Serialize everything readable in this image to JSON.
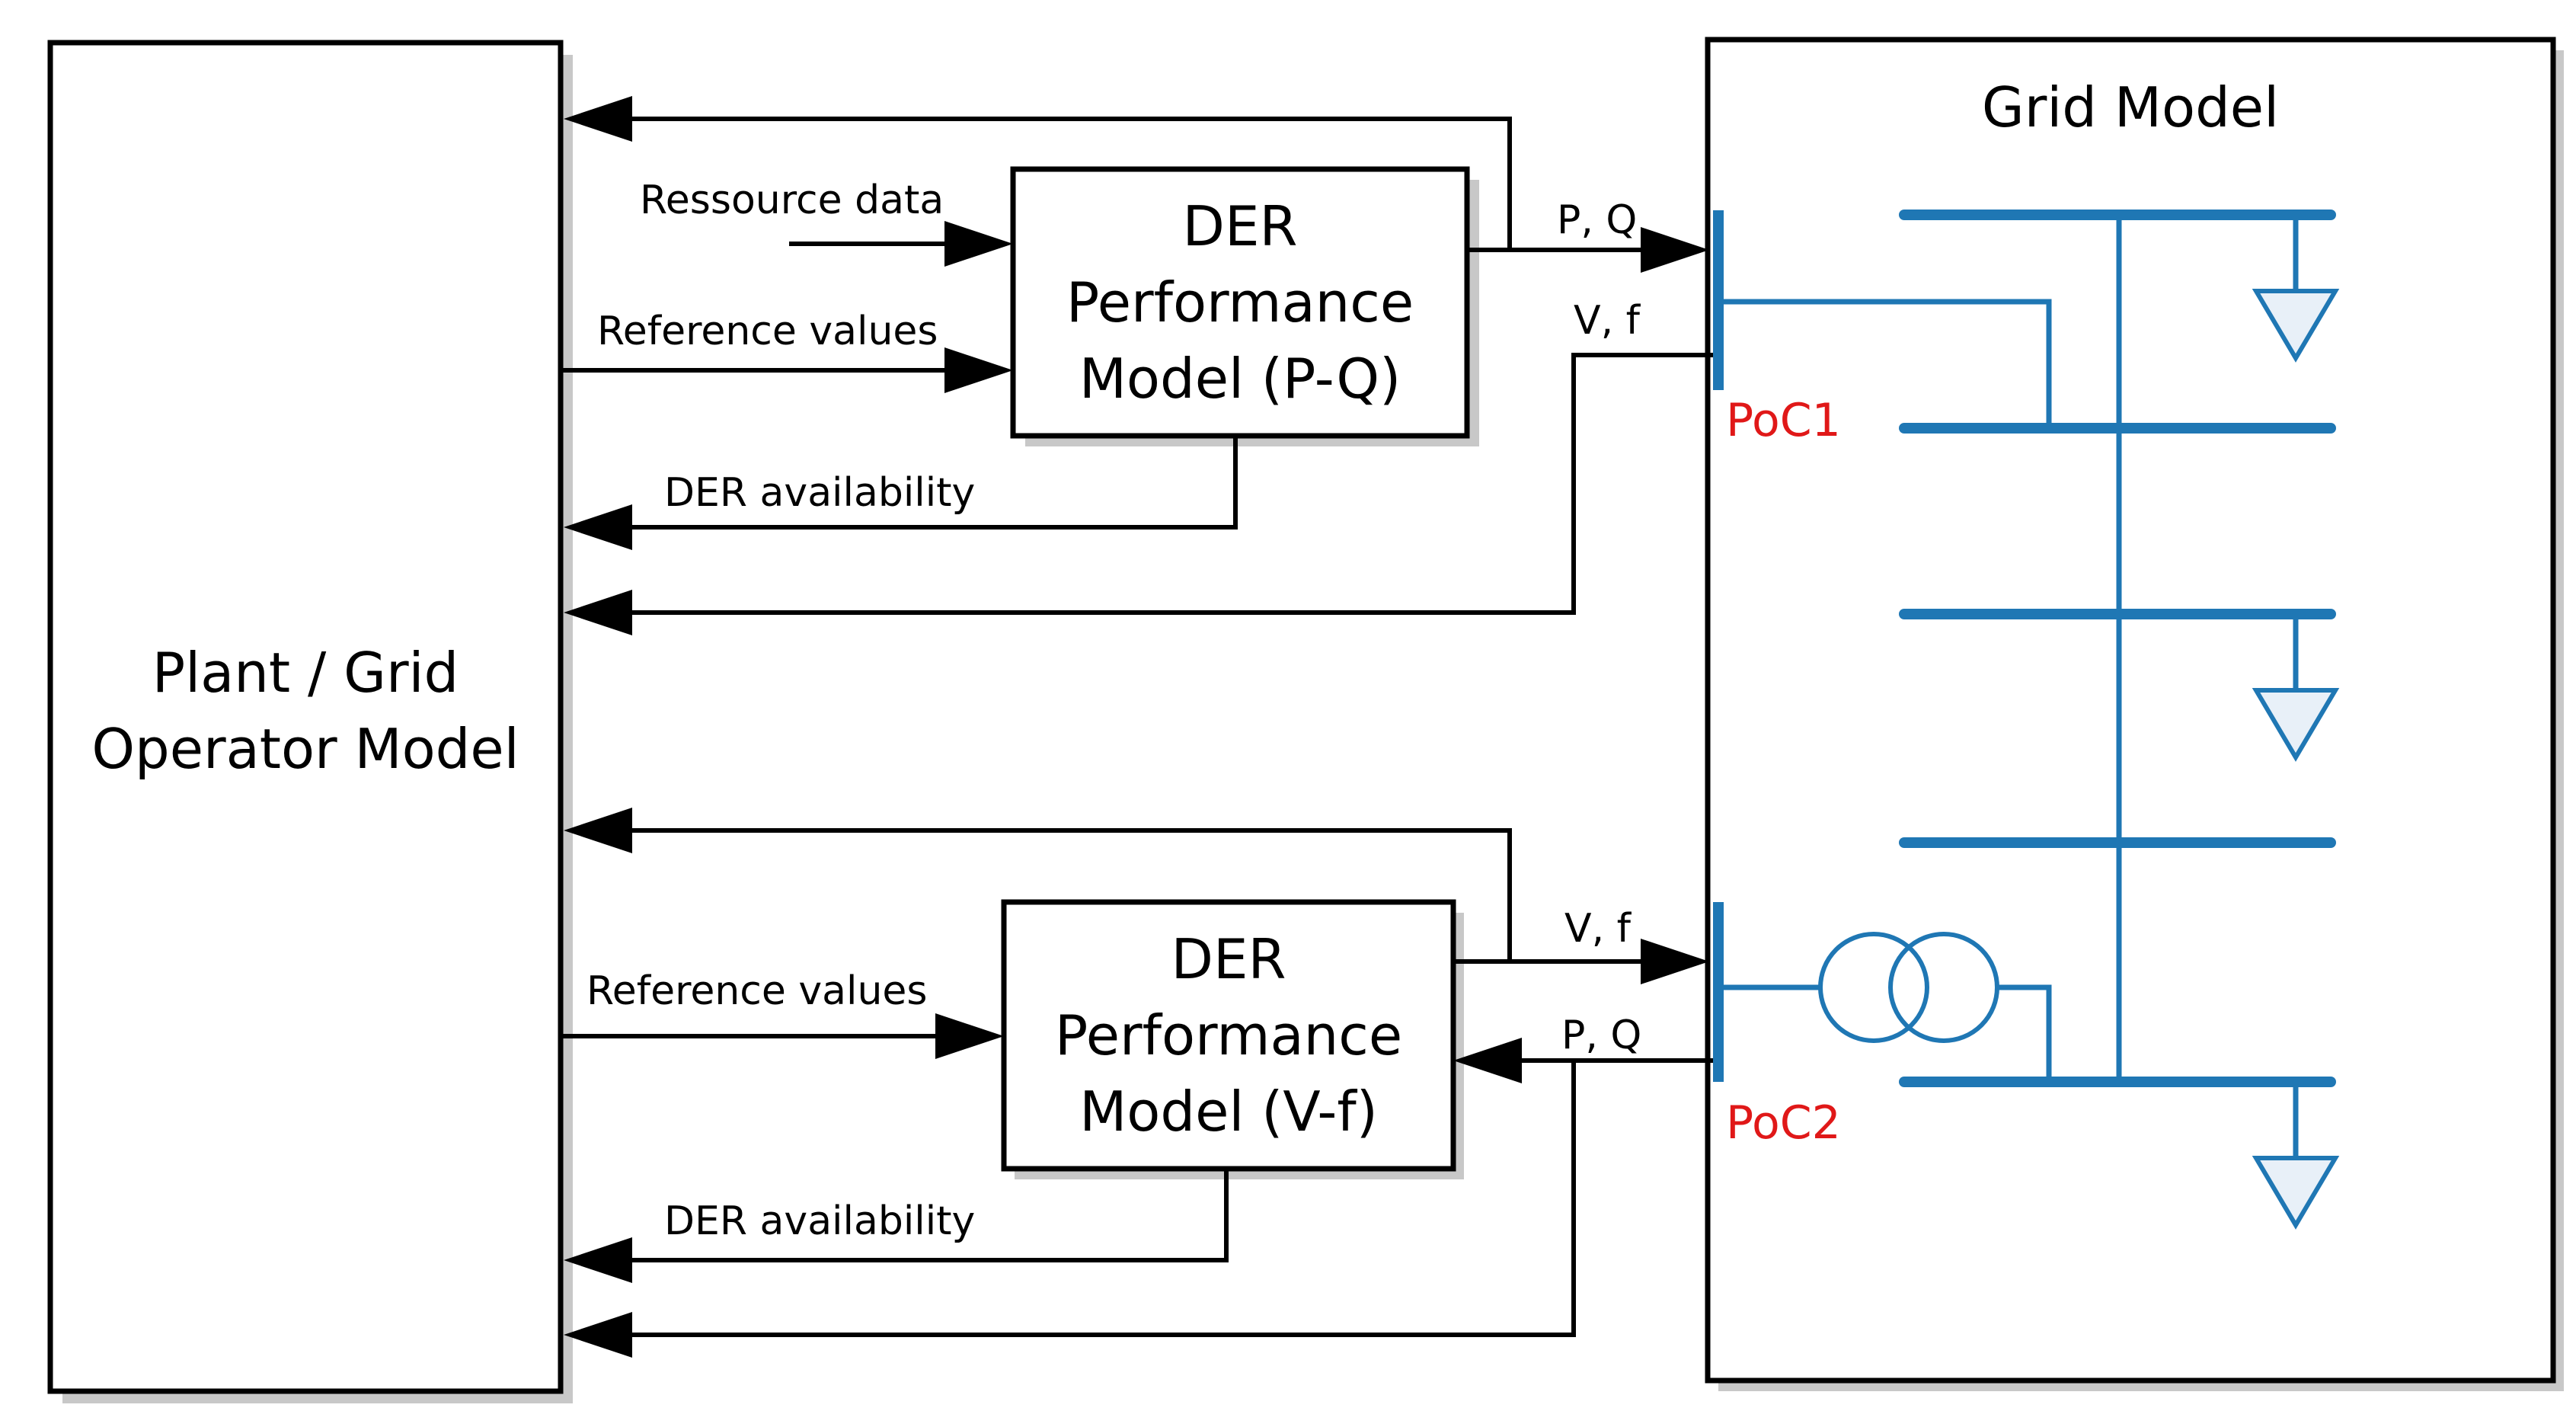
{
  "operator_box": {
    "line1": "Plant / Grid",
    "line2": "Operator Model"
  },
  "grid_box": {
    "title": "Grid Model"
  },
  "der_pq": {
    "line1": "DER",
    "line2": "Performance",
    "line3": "Model (P-Q)"
  },
  "der_vf": {
    "line1": "DER",
    "line2": "Performance",
    "line3": "Model (V-f)"
  },
  "signals_top": {
    "resource": "Ressource data",
    "reference": "Reference values",
    "availability": "DER availability",
    "pq": "P, Q",
    "vf": "V, f"
  },
  "signals_bottom": {
    "reference": "Reference values",
    "availability": "DER availability",
    "vf": "V, f",
    "pq": "P, Q"
  },
  "poc": {
    "poc1": "PoC1",
    "poc2": "PoC2"
  },
  "colors": {
    "grid": "#1f77b4",
    "poc_label": "#e01818",
    "lines": "#000000"
  }
}
